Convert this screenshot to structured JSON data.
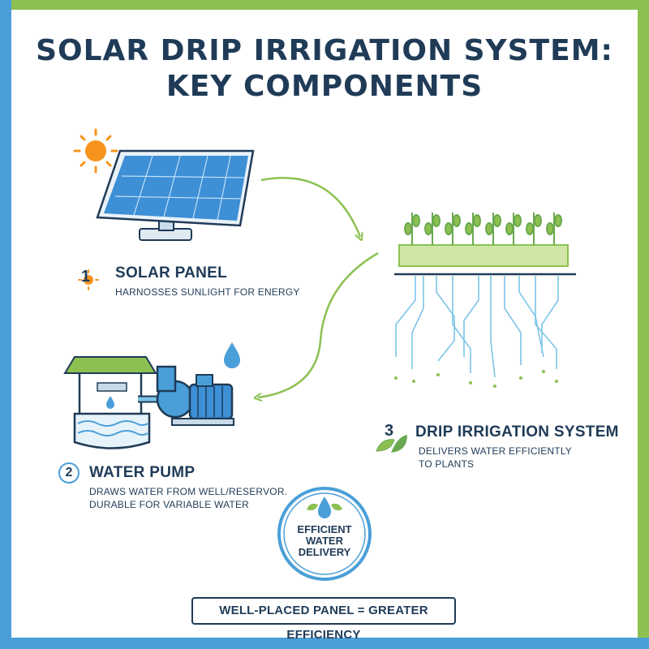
{
  "title": {
    "line1": "SOLAR DRIP IRRIGATION SYSTEM:",
    "line2": "KEY COMPONENTS"
  },
  "components": [
    {
      "number": "1",
      "label": "SOLAR PANEL",
      "description": "HARNOSSES SUNLIGHT FOR ENERGY",
      "icon": "sun-icon"
    },
    {
      "number": "2",
      "label": "WATER PUMP",
      "description_line1": "DRAWS WATER FROM WELL/RESERVOR.",
      "description_line2": "DURABLE FOR VARIABLE WATER",
      "icon": "number-circle"
    },
    {
      "number": "3",
      "label": "DRIP IRRIGATION SYSTEM",
      "description_line1": "DELIVERS WATER EFFICIENTLY",
      "description_line2": "TO PLANTS",
      "icon": "leaf-icon"
    }
  ],
  "badge": {
    "line1": "EFFICIENT",
    "line2": "WATER",
    "line3": "DELIVERY"
  },
  "footer": {
    "text": "WELL-PLACED PANEL = GREATER EFFICIENCY"
  },
  "colors": {
    "navy": "#1f3b57",
    "blue": "#4a9fd8",
    "green": "#8cc152",
    "sun": "#f7941d"
  }
}
